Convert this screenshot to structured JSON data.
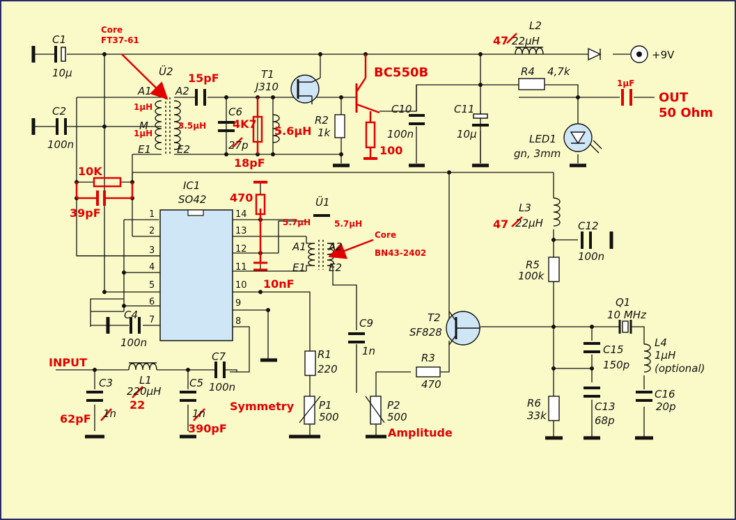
{
  "components": {
    "C1": {
      "ref": "C1",
      "value": "10µ"
    },
    "C2": {
      "ref": "C2",
      "value": "100n"
    },
    "C3": {
      "ref": "C3",
      "value": "1n",
      "mod": "62pF"
    },
    "C4": {
      "ref": "C4",
      "value": "100n"
    },
    "C5": {
      "ref": "C5",
      "value": "1n",
      "mod": "390pF"
    },
    "C6": {
      "ref": "C6",
      "value": "27p",
      "mod": "4K7"
    },
    "C7": {
      "ref": "C7",
      "value": "100n"
    },
    "C9": {
      "ref": "C9",
      "value": "1n"
    },
    "C10": {
      "ref": "C10",
      "value": "100n"
    },
    "C11": {
      "ref": "C11",
      "value": "10µ"
    },
    "C12": {
      "ref": "C12",
      "value": "100n"
    },
    "C13": {
      "ref": "C13",
      "value": "68p"
    },
    "C15": {
      "ref": "C15",
      "value": "150p"
    },
    "C16": {
      "ref": "C16",
      "value": "20p"
    },
    "L1": {
      "ref": "L1",
      "value": "220µH",
      "mod": "22"
    },
    "L2": {
      "ref": "L2",
      "value": "22µH",
      "mod": "47"
    },
    "L3": {
      "ref": "L3",
      "value": "22µH",
      "mod": "47"
    },
    "L4": {
      "ref": "L4",
      "value": "1µH",
      "note": "(optional)"
    },
    "R1": {
      "ref": "R1",
      "value": "220"
    },
    "R2": {
      "ref": "R2",
      "value": "1k"
    },
    "R3": {
      "ref": "R3",
      "value": "470"
    },
    "R4": {
      "ref": "R4",
      "value": "4,7k"
    },
    "R5": {
      "ref": "R5",
      "value": "100k"
    },
    "R6": {
      "ref": "R6",
      "value": "33k"
    },
    "P1": {
      "ref": "P1",
      "value": "500"
    },
    "P2": {
      "ref": "P2",
      "value": "500"
    },
    "T1": {
      "ref": "T1",
      "value": "J310"
    },
    "T2": {
      "ref": "T2",
      "value": "SF828"
    },
    "IC1": {
      "ref": "IC1",
      "value": "SO42"
    },
    "Q1": {
      "ref": "Q1",
      "value": "10 MHz"
    },
    "LED1": {
      "ref": "LED1",
      "value": "gn, 3mm"
    },
    "U1": {
      "ref": "Ü1"
    },
    "U2": {
      "ref": "Ü2"
    }
  },
  "transformer_pins": {
    "A1": "A1",
    "A2": "A2",
    "E1": "E1",
    "E2": "E2",
    "M": "M"
  },
  "ic_pins_left": [
    "1",
    "2",
    "3",
    "4",
    "5",
    "6",
    "7"
  ],
  "ic_pins_right": [
    "14",
    "13",
    "12",
    "11",
    "10",
    "9",
    "8"
  ],
  "supply": "+9V",
  "annotations": {
    "core1": "Core",
    "core1b": "FT37-61",
    "core2": "Core",
    "core2b": "BN43-2402",
    "bc550b": "BC550B",
    "c15pf": "15pF",
    "l1uh_a": "1µH",
    "l1uh_b": "1µH",
    "l35uh": "3.5µH",
    "l56uh": "5.6µH",
    "c18pf": "18pF",
    "r100": "100",
    "k10": "10K",
    "c39pf": "39pF",
    "r470": "470",
    "u1a": "5.7µH",
    "u1b": "5.7µH",
    "c10nf": "10nF",
    "c1uf": "1µF",
    "out": "OUT",
    "out_ohm": "50 Ohm",
    "input": "INPUT",
    "symmetry": "Symmetry",
    "amplitude": "Amplitude"
  },
  "colors": {
    "background": "#fafac8",
    "wire": "#111111",
    "mod": "#e00000",
    "led": "#cfe6f7"
  }
}
